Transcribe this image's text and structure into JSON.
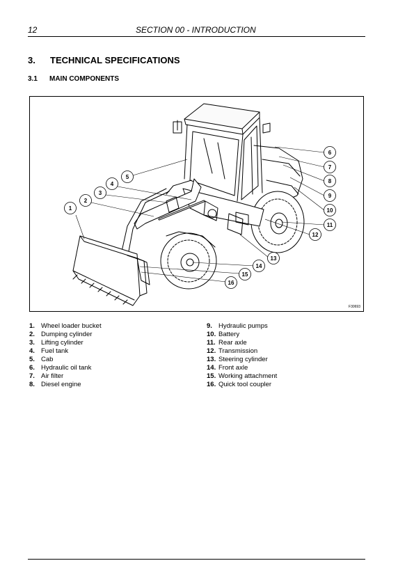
{
  "header": {
    "page_number": "12",
    "section_title": "SECTION 00 - INTRODUCTION"
  },
  "heading": {
    "number": "3.",
    "title": "TECHNICAL SPECIFICATIONS"
  },
  "subheading": {
    "number": "3.1",
    "title": "MAIN COMPONENTS"
  },
  "figure": {
    "code": "F30693",
    "callouts": [
      "1",
      "2",
      "3",
      "4",
      "5",
      "6",
      "7",
      "8",
      "9",
      "10",
      "11",
      "12",
      "13",
      "14",
      "15",
      "16"
    ]
  },
  "legend_left": [
    {
      "n": "1.",
      "label": "Wheel loader bucket"
    },
    {
      "n": "2.",
      "label": "Dumping cylinder"
    },
    {
      "n": "3.",
      "label": "Lifting cylinder"
    },
    {
      "n": "4.",
      "label": "Fuel tank"
    },
    {
      "n": "5.",
      "label": "Cab"
    },
    {
      "n": "6.",
      "label": "Hydraulic oil tank"
    },
    {
      "n": "7.",
      "label": "Air filter"
    },
    {
      "n": "8.",
      "label": "Diesel engine"
    }
  ],
  "legend_right": [
    {
      "n": "9.",
      "label": "Hydraulic pumps"
    },
    {
      "n": "10.",
      "label": "Battery"
    },
    {
      "n": "11.",
      "label": "Rear axle"
    },
    {
      "n": "12.",
      "label": "Transmission"
    },
    {
      "n": "13.",
      "label": "Steering cylinder"
    },
    {
      "n": "14.",
      "label": "Front axle"
    },
    {
      "n": "15.",
      "label": "Working attachment"
    },
    {
      "n": "16.",
      "label": "Quick tool coupler"
    }
  ]
}
